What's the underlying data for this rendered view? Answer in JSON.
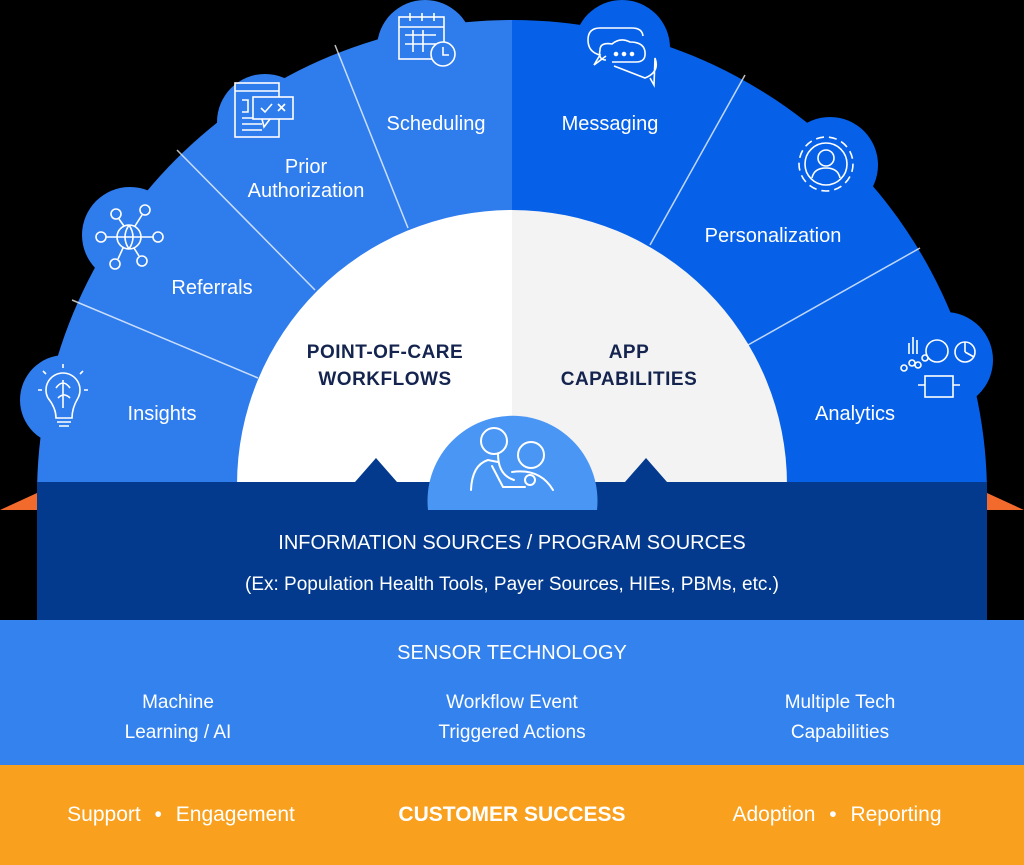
{
  "colors": {
    "workflow_blue": "#2f7ced",
    "capability_blue": "#0761e8",
    "inner_white": "#ffffff",
    "inner_grey": "#f3f3f3",
    "center_circle": "#4a96f5",
    "info_band": "#033a8e",
    "sensor_band": "#3382ee",
    "customer_band": "#f9a11e",
    "accent_orange": "#f26b2d",
    "core_text": "#14244f"
  },
  "workflows": {
    "title_line1": "POINT-OF-CARE",
    "title_line2": "WORKFLOWS",
    "items": [
      {
        "label": "Insights",
        "icon": "brain-lightbulb-icon"
      },
      {
        "label": "Referrals",
        "icon": "network-globe-icon"
      },
      {
        "label_line1": "Prior",
        "label_line2": "Authorization",
        "icon": "document-approval-icon"
      },
      {
        "label": "Scheduling",
        "icon": "calendar-clock-icon"
      }
    ]
  },
  "capabilities": {
    "title_line1": "APP",
    "title_line2": "CAPABILITIES",
    "items": [
      {
        "label": "Messaging",
        "icon": "chat-bubbles-icon"
      },
      {
        "label": "Personalization",
        "icon": "gear-user-icon"
      },
      {
        "label": "Analytics",
        "icon": "analytics-charts-icon"
      }
    ]
  },
  "center_icon": "doctor-patient-icon",
  "info_sources": {
    "title": "INFORMATION SOURCES / PROGRAM SOURCES",
    "subtitle": "(Ex: Population Health Tools, Payer Sources, HIEs, PBMs, etc.)"
  },
  "sensor_technology": {
    "title": "SENSOR TECHNOLOGY",
    "items": [
      {
        "line1": "Machine",
        "line2": "Learning / AI"
      },
      {
        "line1": "Workflow Event",
        "line2": "Triggered Actions"
      },
      {
        "line1": "Multiple Tech",
        "line2": "Capabilities"
      }
    ]
  },
  "customer_success": {
    "title": "CUSTOMER SUCCESS",
    "left": {
      "a": "Support",
      "b": "Engagement"
    },
    "right": {
      "a": "Adoption",
      "b": "Reporting"
    },
    "separator": "•"
  }
}
